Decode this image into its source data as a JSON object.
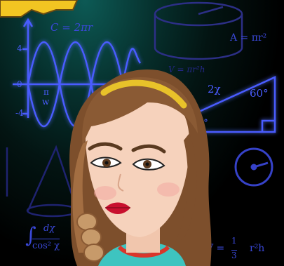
{
  "board": {
    "formulas": {
      "circumference": "C = 2πr",
      "area": "A = πr²",
      "volume_cyl": "V = πr²h",
      "angle_2x": "2χ",
      "angle_60": "60°",
      "angle_30": "0°",
      "pi_w": "π",
      "pi_w2": "w",
      "integral_num": "dχ",
      "integral_den": "cos² χ",
      "cone_v": "V =",
      "frac_num": "1",
      "frac_den": "3",
      "cone_rh": "r²h",
      "tick_4": "4",
      "tick_0": "0",
      "tick_m4": "-4"
    },
    "colors": {
      "neon_blue": "#4a5cff",
      "faint_blue": "#2a2f8a",
      "chalk_teal": "#0d5a55"
    }
  },
  "avatar": {
    "colors": {
      "hair": "#8a5a34",
      "headband": "#e8c22a",
      "skin": "#f6d2bc",
      "lips": "#c8102e",
      "shirt_teal": "#3ec4c0",
      "shirt_red": "#d9362b"
    }
  }
}
